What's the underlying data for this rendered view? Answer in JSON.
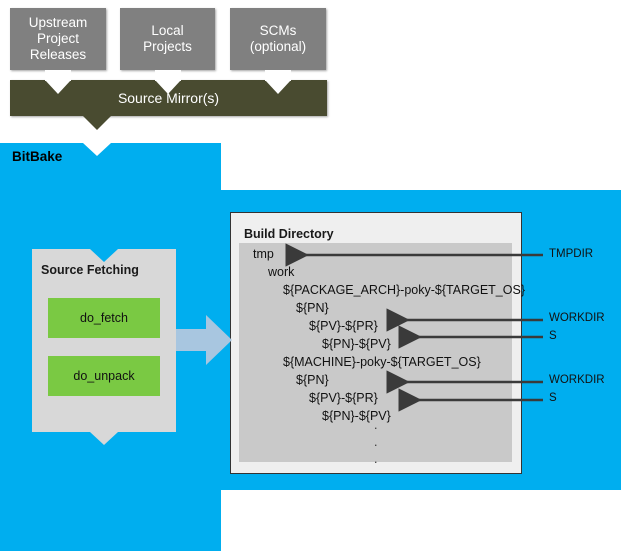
{
  "colors": {
    "source_box": "#808080",
    "mirror_bar": "#494b30",
    "bitbake_blue": "#00aeef",
    "panel_gray": "#d8d8d8",
    "tree_gray": "#c9c9c9",
    "task_green": "#7ac943",
    "flow_arrow": "#a8c6e0",
    "callout_arrow": "#3a3a3a",
    "build_dir_bg": "#efefef"
  },
  "sources": {
    "boxes": [
      {
        "name": "upstream-project-releases",
        "lines": [
          "Upstream",
          "Project",
          "Releases"
        ]
      },
      {
        "name": "local-projects",
        "lines": [
          "Local",
          "Projects"
        ]
      },
      {
        "name": "scms-optional",
        "lines": [
          "SCMs",
          "(optional)"
        ]
      }
    ],
    "mirror_label": "Source Mirror(s)"
  },
  "bitbake": {
    "label": "BitBake",
    "source_fetching": {
      "title": "Source Fetching",
      "tasks": [
        {
          "name": "do-fetch",
          "label": "do_fetch"
        },
        {
          "name": "do-unpack",
          "label": "do_unpack"
        }
      ]
    }
  },
  "build_directory": {
    "title": "Build Directory",
    "tree": [
      {
        "text": "tmp",
        "indent": 0
      },
      {
        "text": "work",
        "indent": 1
      },
      {
        "text": "${PACKAGE_ARCH}-poky-${TARGET_OS}",
        "indent": 2
      },
      {
        "text": "${PN}",
        "indent": 3
      },
      {
        "text": "${PV}-${PR}",
        "indent": 4
      },
      {
        "text": "${PN}-${PV}",
        "indent": 5
      },
      {
        "text": "${MACHINE}-poky-${TARGET_OS}",
        "indent": 2
      },
      {
        "text": "${PN}",
        "indent": 3
      },
      {
        "text": "${PV}-${PR}",
        "indent": 4
      },
      {
        "text": "${PN}-${PV}",
        "indent": 5
      }
    ],
    "ellipsis": [
      ".",
      ".",
      "."
    ]
  },
  "callouts": [
    {
      "name": "callout-tmpdir-top",
      "label": "TMPDIR"
    },
    {
      "name": "callout-workdir-1",
      "label": "WORKDIR"
    },
    {
      "name": "callout-s-1",
      "label": "S"
    },
    {
      "name": "callout-workdir-2",
      "label": "WORKDIR"
    },
    {
      "name": "callout-s-2",
      "label": "S"
    }
  ]
}
